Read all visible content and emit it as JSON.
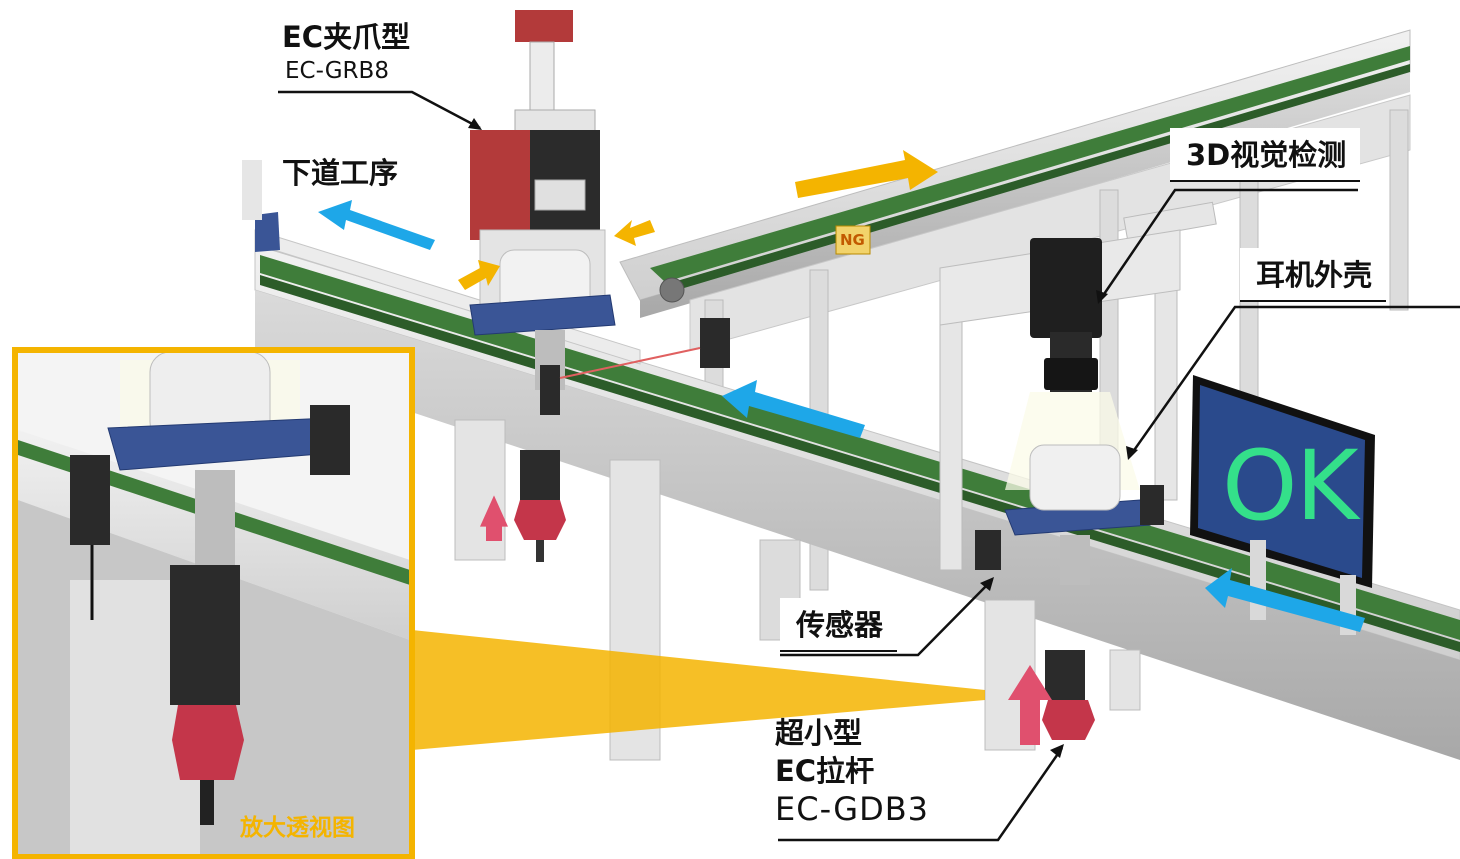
{
  "labels": {
    "gripper_title": "EC夹爪型",
    "gripper_model": "EC-GRB8",
    "next_process": "下道工序",
    "vision": "3D视觉检测",
    "earphone_case": "耳机外壳",
    "sensor": "传感器",
    "pushrod_line1": "超小型",
    "pushrod_line2": "EC拉杆",
    "pushrod_model": "EC-GDB3",
    "inset_caption": "放大透视图"
  },
  "display": {
    "ok": "OK",
    "ng": "NG"
  },
  "colors": {
    "inset_frame": "#f4b400",
    "flow_arrow_blue": "#1ea7e8",
    "flow_arrow_orange": "#f4b400",
    "lift_arrow_pink": "#e0506e",
    "belt_green": "#3f7d3a",
    "display_bg": "#2a4a8c",
    "display_text": "#34e08a"
  },
  "icons": {
    "gripper": "electric-gripper-icon",
    "camera": "3d-camera-icon",
    "pushrod": "electric-rod-icon",
    "sensor": "photo-sensor-icon"
  }
}
